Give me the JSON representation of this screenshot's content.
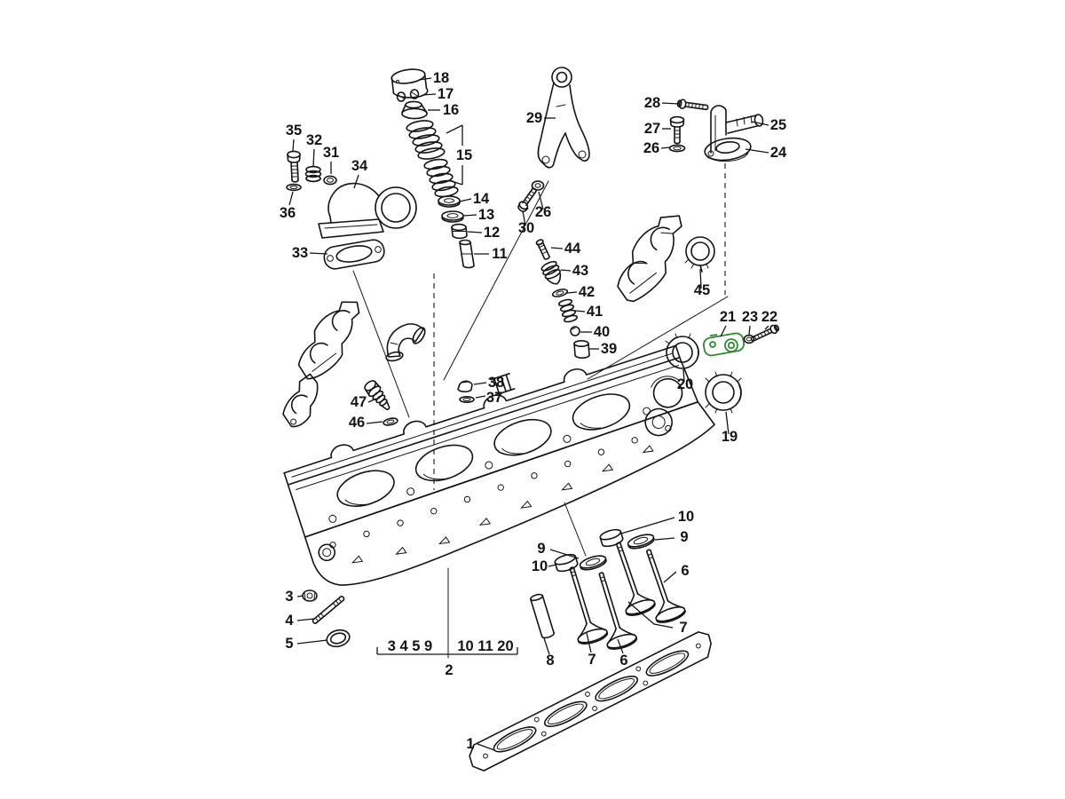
{
  "diagram": {
    "kind": "exploded-parts-diagram",
    "background_color": "#ffffff",
    "line_color": "#141414",
    "highlight_color": "#2e8b2e",
    "callouts": {
      "n1": "1",
      "n2": "2",
      "n3": "3",
      "n4": "4",
      "n5": "5",
      "n6": "6",
      "n7": "7",
      "n8": "8",
      "n9": "9",
      "n10": "10",
      "n11": "11",
      "n12": "12",
      "n13": "13",
      "n14": "14",
      "n15": "15",
      "n16": "16",
      "n17": "17",
      "n18": "18",
      "n19": "19",
      "n20": "20",
      "n21": "21",
      "n22": "22",
      "n23": "23",
      "n24": "24",
      "n25": "25",
      "n26": "26",
      "n27": "27",
      "n28": "28",
      "n29": "29",
      "n30": "30",
      "n31": "31",
      "n32": "32",
      "n33": "33",
      "n34": "34",
      "n35": "35",
      "n36": "36",
      "n37": "37",
      "n38": "38",
      "n39": "39",
      "n40": "40",
      "n41": "41",
      "n42": "42",
      "n43": "43",
      "n44": "44",
      "n45": "45",
      "n46": "46",
      "n47": "47"
    },
    "bracket": {
      "left_numbers": "3 4 5 9",
      "right_numbers": "10 11 20"
    }
  }
}
